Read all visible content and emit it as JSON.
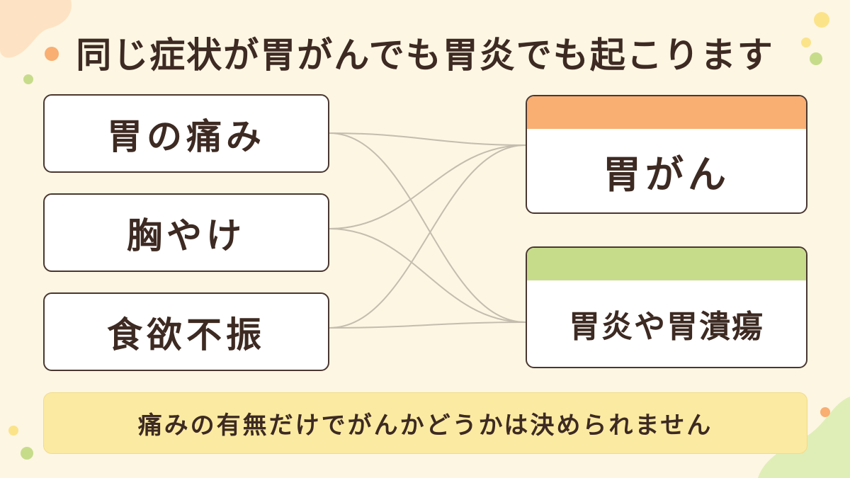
{
  "title": "同じ症状が胃がんでも胃炎でも起こります",
  "symptoms": [
    {
      "label": "胃の痛み"
    },
    {
      "label": "胸やけ"
    },
    {
      "label": "食欲不振"
    }
  ],
  "conditions": [
    {
      "label": "胃がん",
      "band_color": "#f9ae72"
    },
    {
      "label": "胃炎や胃潰瘍",
      "band_color": "#c7dc8b"
    }
  ],
  "links": [
    {
      "from": 0,
      "to": 0
    },
    {
      "from": 0,
      "to": 1
    },
    {
      "from": 1,
      "to": 0
    },
    {
      "from": 1,
      "to": 1
    },
    {
      "from": 2,
      "to": 0
    },
    {
      "from": 2,
      "to": 1
    }
  ],
  "note": "痛みの有無だけでがんかどうかは決められません",
  "colors": {
    "background": "#fdf6e3",
    "line": "#c4bcae",
    "text": "#3d2a22",
    "note_bg": "#fbeaa2"
  }
}
